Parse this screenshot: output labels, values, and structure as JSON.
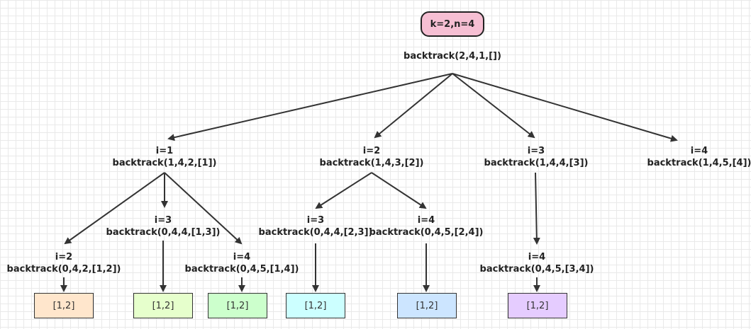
{
  "root_badge": "k=2,n=4",
  "root_call": "backtrack(2,4,1,[])",
  "level1": [
    {
      "i": "i=1",
      "call": "backtrack(1,4,2,[1])"
    },
    {
      "i": "i=2",
      "call": "backtrack(1,4,3,[2])"
    },
    {
      "i": "i=3",
      "call": "backtrack(1,4,4,[3])"
    },
    {
      "i": "i=4",
      "call": "backtrack(1,4,5,[4])"
    }
  ],
  "level2": [
    {
      "i": "i=2",
      "call": "backtrack(0,4,2,[1,2])"
    },
    {
      "i": "i=3",
      "call": "backtrack(0,4,4,[1,3])"
    },
    {
      "i": "i=4",
      "call": "backtrack(0,4,5,[1,4])"
    },
    {
      "i": "i=3",
      "call": "backtrack(0,4,4,[2,3])"
    },
    {
      "i": "i=4",
      "call": "backtrack(0,4,5,[2,4])"
    },
    {
      "i": "i=4",
      "call": "backtrack(0,4,5,[3,4])"
    }
  ],
  "leaves": [
    {
      "text": "[1,2]",
      "color": "#ffe6cc"
    },
    {
      "text": "[1,2]",
      "color": "#e6ffcc"
    },
    {
      "text": "[1,2]",
      "color": "#ccffcc"
    },
    {
      "text": "[1,2]",
      "color": "#ccffff"
    },
    {
      "text": "[1,2]",
      "color": "#cce5ff"
    },
    {
      "text": "[1,2]",
      "color": "#e5ccff"
    }
  ]
}
